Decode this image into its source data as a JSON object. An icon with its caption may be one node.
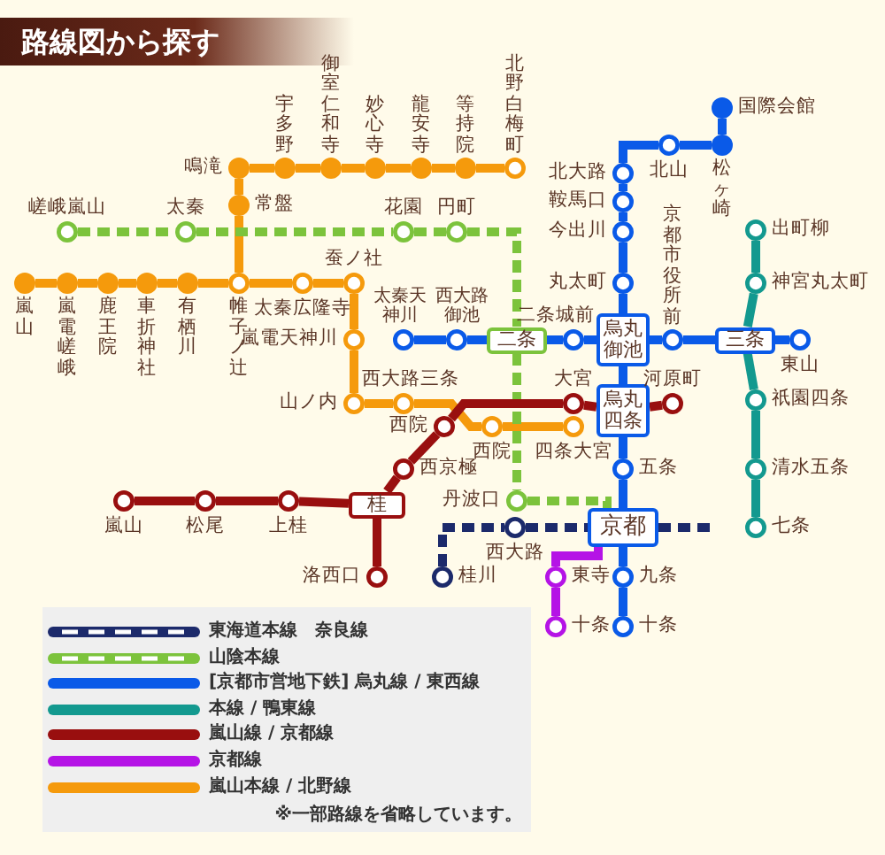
{
  "diagram": {
    "title": "路線図から探す",
    "nodes": [
      {
        "text": [],
        "shape": "circle",
        "beside": [
          "鳴滝"
        ]
      },
      {
        "text": [],
        "shape": "circle",
        "beside": [
          "宇多野"
        ]
      },
      {
        "text": [],
        "shape": "circle",
        "beside": [
          "御室仁和寺"
        ]
      },
      {
        "text": [],
        "shape": "circle",
        "beside": [
          "妙心寺"
        ]
      },
      {
        "text": [],
        "shape": "circle",
        "beside": [
          "龍安寺"
        ]
      },
      {
        "text": [],
        "shape": "circle",
        "beside": [
          "等持院"
        ]
      },
      {
        "text": [],
        "shape": "circle",
        "beside": [
          "北野白梅町"
        ]
      },
      {
        "text": [],
        "shape": "circle",
        "beside": [
          "常盤"
        ]
      },
      {
        "text": [],
        "shape": "circle",
        "beside": [
          "国際会館"
        ]
      },
      {
        "text": [],
        "shape": "circle",
        "beside": [
          "松ヶ崎"
        ]
      },
      {
        "text": [],
        "shape": "circle",
        "beside": [
          "北山"
        ]
      },
      {
        "text": [],
        "shape": "circle",
        "beside": [
          "北大路"
        ]
      },
      {
        "text": [],
        "shape": "circle",
        "beside": [
          "鞍馬口"
        ]
      },
      {
        "text": [],
        "shape": "circle",
        "beside": [
          "今出川"
        ]
      },
      {
        "text": [],
        "shape": "circle",
        "beside": [
          "丸太町"
        ]
      },
      {
        "text": [],
        "shape": "circle",
        "beside": [
          "嵯峨嵐山"
        ]
      },
      {
        "text": [],
        "shape": "circle",
        "beside": [
          "太秦"
        ]
      },
      {
        "text": [],
        "shape": "circle",
        "beside": [
          "花園"
        ]
      },
      {
        "text": [],
        "shape": "circle",
        "beside": [
          "円町"
        ]
      },
      {
        "text": [],
        "shape": "circle",
        "beside": [
          "出町柳"
        ]
      },
      {
        "text": [],
        "shape": "circle",
        "beside": [
          "神宮丸太町"
        ]
      },
      {
        "text": [],
        "shape": "circle",
        "beside": [
          "嵐山"
        ]
      },
      {
        "text": [],
        "shape": "circle",
        "beside": [
          "嵐電嵯峨"
        ]
      },
      {
        "text": [],
        "shape": "circle",
        "beside": [
          "鹿王院"
        ]
      },
      {
        "text": [],
        "shape": "circle",
        "beside": [
          "車折神社"
        ]
      },
      {
        "text": [],
        "shape": "circle",
        "beside": [
          "有栖川"
        ]
      },
      {
        "text": [],
        "shape": "circle",
        "beside": [
          "帷子ノ辻"
        ]
      },
      {
        "text": [],
        "shape": "circle",
        "beside": [
          "太秦広隆寺"
        ]
      },
      {
        "text": [],
        "shape": "circle",
        "beside": [
          "蚕ノ社"
        ]
      },
      {
        "text": [],
        "shape": "circle",
        "beside": [
          "嵐電天神川"
        ]
      },
      {
        "text": [],
        "shape": "circle",
        "beside": [
          "太秦天神川"
        ]
      },
      {
        "text": [],
        "shape": "circle",
        "beside": [
          "西大路御池"
        ]
      },
      {
        "text": [
          "二条"
        ]
      },
      {
        "text": [],
        "shape": "circle",
        "beside": [
          "二条城前"
        ]
      },
      {
        "text": [
          "烏丸御池"
        ]
      },
      {
        "text": [],
        "shape": "circle",
        "beside": [
          "京都市役所前"
        ]
      },
      {
        "text": [
          "三条"
        ]
      },
      {
        "text": [],
        "shape": "circle",
        "beside": [
          "東山"
        ]
      },
      {
        "text": [],
        "shape": "circle",
        "beside": [
          "山ノ内"
        ]
      },
      {
        "text": [],
        "shape": "circle",
        "beside": [
          "西大路三条"
        ]
      },
      {
        "text": [],
        "shape": "circle",
        "beside": [
          "大宮"
        ]
      },
      {
        "text": [
          "烏丸四条"
        ]
      },
      {
        "text": [],
        "shape": "circle",
        "beside": [
          "河原町"
        ]
      },
      {
        "text": [],
        "shape": "circle",
        "beside": [
          "祇園四条"
        ]
      },
      {
        "text": [],
        "shape": "circle",
        "beside": [
          "西院"
        ]
      },
      {
        "text": [],
        "shape": "circle",
        "beside": [
          "四条大宮"
        ]
      },
      {
        "text": [],
        "shape": "circle",
        "beside": [
          "西院"
        ]
      },
      {
        "text": [],
        "shape": "circle",
        "beside": [
          "西京極"
        ]
      },
      {
        "text": [],
        "shape": "circle",
        "beside": [
          "五条"
        ]
      },
      {
        "text": [],
        "shape": "circle",
        "beside": [
          "清水五条"
        ]
      },
      {
        "text": [],
        "shape": "circle",
        "beside": [
          "丹波口"
        ]
      },
      {
        "text": [
          "桂"
        ]
      },
      {
        "text": [],
        "shape": "circle",
        "beside": [
          "嵐山"
        ]
      },
      {
        "text": [],
        "shape": "circle",
        "beside": [
          "松尾"
        ]
      },
      {
        "text": [],
        "shape": "circle",
        "beside": [
          "上桂"
        ]
      },
      {
        "text": [
          "京都"
        ]
      },
      {
        "text": [],
        "shape": "circle",
        "beside": [
          "西大路"
        ]
      },
      {
        "text": [],
        "shape": "circle",
        "beside": [
          "七条"
        ]
      },
      {
        "text": [],
        "shape": "circle",
        "beside": [
          "洛西口"
        ]
      },
      {
        "text": [],
        "shape": "circle",
        "beside": [
          "桂川"
        ]
      },
      {
        "text": [],
        "shape": "circle",
        "beside": [
          "東寺"
        ]
      },
      {
        "text": [],
        "shape": "circle",
        "beside": [
          "九条"
        ]
      },
      {
        "text": [],
        "shape": "circle",
        "beside": [
          "十条"
        ]
      },
      {
        "text": [],
        "shape": "circle",
        "beside": [
          "十条"
        ]
      }
    ],
    "edges": [
      {
        "from": 0,
        "to": 1,
        "arrow": "none",
        "color": "#f59a0c"
      },
      {
        "from": 1,
        "to": 2,
        "arrow": "none",
        "color": "#f59a0c"
      },
      {
        "from": 2,
        "to": 3,
        "arrow": "none",
        "color": "#f59a0c"
      },
      {
        "from": 3,
        "to": 4,
        "arrow": "none",
        "color": "#f59a0c"
      },
      {
        "from": 4,
        "to": 5,
        "arrow": "none",
        "color": "#f59a0c"
      },
      {
        "from": 5,
        "to": 6,
        "arrow": "none",
        "color": "#f59a0c"
      },
      {
        "from": 0,
        "to": 7,
        "arrow": "none",
        "color": "#f59a0c"
      },
      {
        "from": 7,
        "to": 26,
        "arrow": "none",
        "color": "#f59a0c"
      },
      {
        "from": 21,
        "to": 22,
        "arrow": "none",
        "color": "#f59a0c"
      },
      {
        "from": 22,
        "to": 23,
        "arrow": "none",
        "color": "#f59a0c"
      },
      {
        "from": 23,
        "to": 24,
        "arrow": "none",
        "color": "#f59a0c"
      },
      {
        "from": 24,
        "to": 25,
        "arrow": "none",
        "color": "#f59a0c"
      },
      {
        "from": 25,
        "to": 26,
        "arrow": "none",
        "color": "#f59a0c"
      },
      {
        "from": 26,
        "to": 27,
        "arrow": "none",
        "color": "#f59a0c"
      },
      {
        "from": 27,
        "to": 28,
        "arrow": "none",
        "color": "#f59a0c"
      },
      {
        "from": 28,
        "to": 29,
        "arrow": "none",
        "color": "#f59a0c"
      },
      {
        "from": 29,
        "to": 38,
        "arrow": "none",
        "color": "#f59a0c"
      },
      {
        "from": 38,
        "to": 39,
        "arrow": "none",
        "color": "#f59a0c"
      },
      {
        "from": 39,
        "to": 44,
        "arrow": "none",
        "color": "#f59a0c"
      },
      {
        "from": 44,
        "to": 45,
        "arrow": "none",
        "color": "#f59a0c"
      },
      {
        "from": 8,
        "to": 9,
        "arrow": "none",
        "color": "#0a5ae8"
      },
      {
        "from": 9,
        "to": 10,
        "arrow": "none",
        "color": "#0a5ae8"
      },
      {
        "from": 10,
        "to": 11,
        "arrow": "none",
        "color": "#0a5ae8"
      },
      {
        "from": 11,
        "to": 12,
        "arrow": "none",
        "color": "#0a5ae8"
      },
      {
        "from": 12,
        "to": 13,
        "arrow": "none",
        "color": "#0a5ae8"
      },
      {
        "from": 13,
        "to": 14,
        "arrow": "none",
        "color": "#0a5ae8"
      },
      {
        "from": 14,
        "to": 34,
        "arrow": "none",
        "color": "#0a5ae8"
      },
      {
        "from": 34,
        "to": 41,
        "arrow": "none",
        "color": "#0a5ae8"
      },
      {
        "from": 41,
        "to": 48,
        "arrow": "none",
        "color": "#0a5ae8"
      },
      {
        "from": 48,
        "to": 55,
        "arrow": "none",
        "color": "#0a5ae8"
      },
      {
        "from": 55,
        "to": 61,
        "arrow": "none",
        "color": "#0a5ae8"
      },
      {
        "from": 61,
        "to": 63,
        "arrow": "none",
        "color": "#0a5ae8"
      },
      {
        "from": 30,
        "to": 31,
        "arrow": "none",
        "color": "#0a5ae8"
      },
      {
        "from": 31,
        "to": 32,
        "arrow": "none",
        "color": "#0a5ae8"
      },
      {
        "from": 32,
        "to": 33,
        "arrow": "none",
        "color": "#0a5ae8"
      },
      {
        "from": 33,
        "to": 34,
        "arrow": "none",
        "color": "#0a5ae8"
      },
      {
        "from": 34,
        "to": 35,
        "arrow": "none",
        "color": "#0a5ae8"
      },
      {
        "from": 35,
        "to": 36,
        "arrow": "none",
        "color": "#0a5ae8"
      },
      {
        "from": 36,
        "to": 37,
        "arrow": "none",
        "color": "#0a5ae8"
      },
      {
        "from": 15,
        "to": 16,
        "arrow": "none",
        "style": "dashed",
        "color": "#7cc33c"
      },
      {
        "from": 16,
        "to": 17,
        "arrow": "none",
        "style": "dashed",
        "color": "#7cc33c"
      },
      {
        "from": 17,
        "to": 18,
        "arrow": "none",
        "style": "dashed",
        "color": "#7cc33c"
      },
      {
        "from": 18,
        "to": 32,
        "arrow": "none",
        "style": "dashed",
        "color": "#7cc33c"
      },
      {
        "from": 32,
        "to": 50,
        "arrow": "none",
        "style": "dashed",
        "color": "#7cc33c"
      },
      {
        "from": 50,
        "to": 55,
        "arrow": "none",
        "style": "dashed",
        "color": "#7cc33c"
      },
      {
        "from": 19,
        "to": 20,
        "arrow": "none",
        "color": "#13998f"
      },
      {
        "from": 20,
        "to": 36,
        "arrow": "none",
        "color": "#13998f"
      },
      {
        "from": 36,
        "to": 43,
        "arrow": "none",
        "color": "#13998f"
      },
      {
        "from": 43,
        "to": 49,
        "arrow": "none",
        "color": "#13998f"
      },
      {
        "from": 49,
        "to": 57,
        "arrow": "none",
        "color": "#13998f"
      },
      {
        "from": 42,
        "to": 41,
        "arrow": "none",
        "color": "#990f0f"
      },
      {
        "from": 41,
        "to": 40,
        "arrow": "none",
        "color": "#990f0f"
      },
      {
        "from": 40,
        "to": 46,
        "arrow": "none",
        "color": "#990f0f"
      },
      {
        "from": 46,
        "to": 47,
        "arrow": "none",
        "color": "#990f0f"
      },
      {
        "from": 47,
        "to": 51,
        "arrow": "none",
        "color": "#990f0f"
      },
      {
        "from": 51,
        "to": 54,
        "arrow": "none",
        "color": "#990f0f"
      },
      {
        "from": 54,
        "to": 53,
        "arrow": "none",
        "color": "#990f0f"
      },
      {
        "from": 53,
        "to": 52,
        "arrow": "none",
        "color": "#990f0f"
      },
      {
        "from": 51,
        "to": 58,
        "arrow": "none",
        "color": "#990f0f"
      },
      {
        "from": 59,
        "to": 56,
        "arrow": "none",
        "style": "dashed",
        "color": "#1c2a6b"
      },
      {
        "from": 56,
        "to": 55,
        "arrow": "none",
        "style": "dashed",
        "color": "#1c2a6b"
      },
      {
        "from": 55,
        "to": null,
        "arrow": "none",
        "style": "dashed",
        "color": "#1c2a6b"
      },
      {
        "from": 55,
        "to": 60,
        "arrow": "none",
        "color": "#b513e6"
      },
      {
        "from": 60,
        "to": 62,
        "arrow": "none",
        "color": "#b513e6"
      }
    ],
    "labels": [
      "※一部路線を省略しています。"
    ],
    "legend": [
      {
        "text": "東海道本線　奈良線"
      },
      {
        "text": "山陰本線"
      },
      {
        "text": "[京都市営地下鉄] 烏丸線 / 東西線"
      },
      {
        "text": "本線 / 鴨東線"
      },
      {
        "text": "嵐山線 / 京都線"
      },
      {
        "text": "京都線"
      },
      {
        "text": "嵐山本線 / 北野線"
      }
    ]
  }
}
